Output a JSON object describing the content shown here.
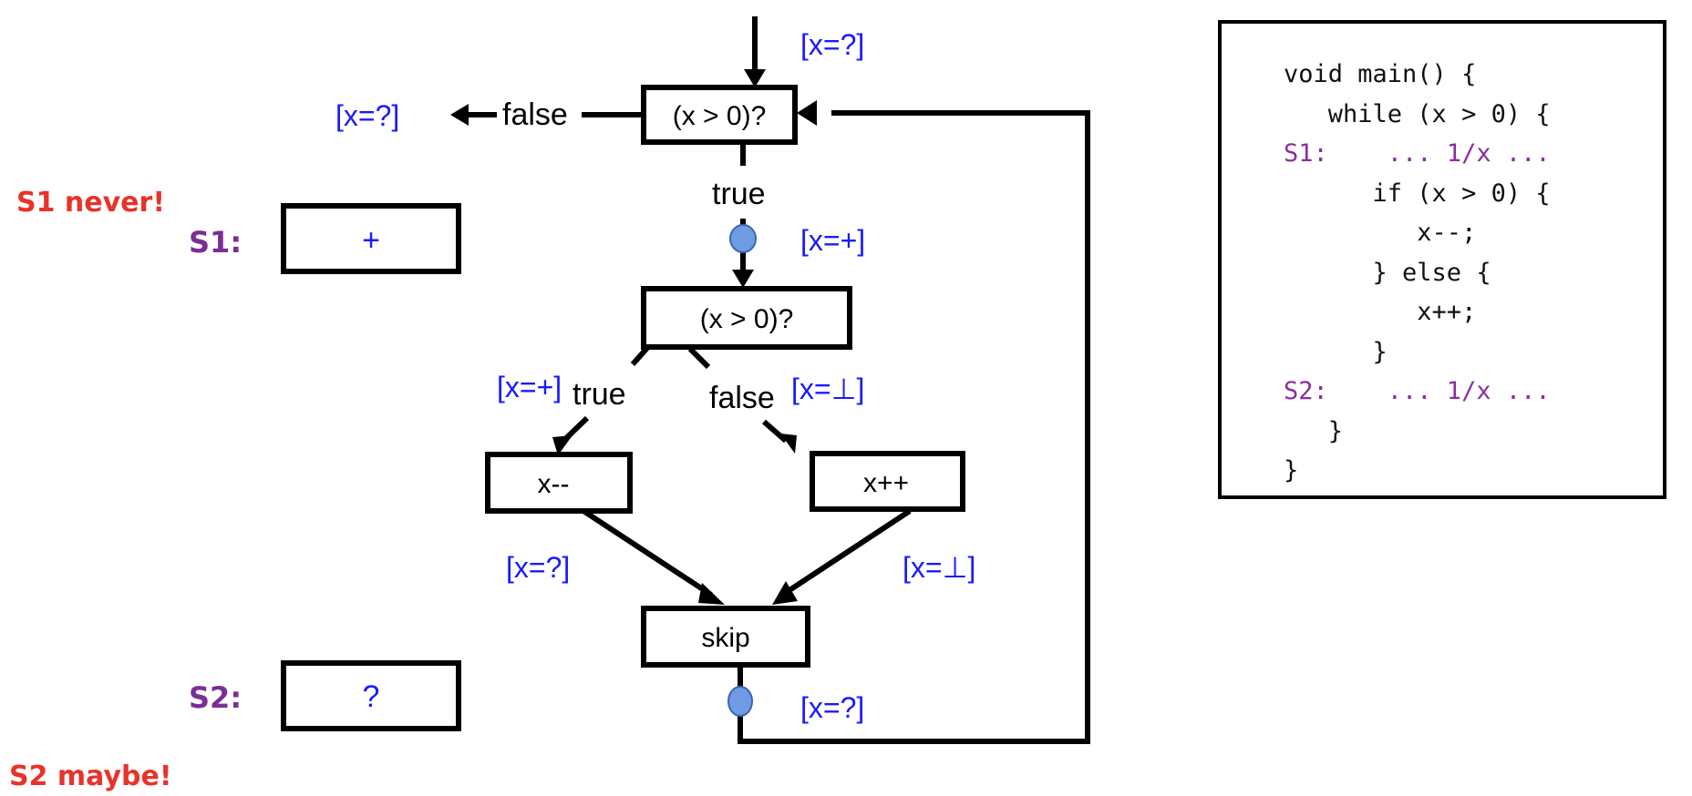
{
  "cfg": {
    "nodes": {
      "loop_cond": "(x > 0)?",
      "if_cond": "(x > 0)?",
      "decrement": "x--",
      "increment": "x++",
      "skip": "skip"
    },
    "edge_labels": {
      "loop_false": "false",
      "loop_true": "true",
      "if_true": "true",
      "if_false": "false"
    },
    "annotations": {
      "entry": "[x=?]",
      "loop_exit": "[x=?]",
      "after_loop_true": "[x=+]",
      "if_true": "[x=+]",
      "if_false": "[x=⊥]",
      "after_decrement": "[x=?]",
      "after_increment": "[x=⊥]",
      "after_skip": "[x=?]"
    }
  },
  "statements": {
    "s1": {
      "label": "S1:",
      "value": "+",
      "verdict": "S1 never!"
    },
    "s2": {
      "label": "S2:",
      "value": "?",
      "verdict": "S2 maybe!"
    }
  },
  "code": {
    "lines": [
      {
        "text": "void main() {",
        "highlight": false
      },
      {
        "text": "   while (x > 0) {",
        "highlight": false
      },
      {
        "text": "S1:    ... 1/x ...",
        "highlight": true
      },
      {
        "text": "      if (x > 0) {",
        "highlight": false
      },
      {
        "text": "         x--;",
        "highlight": false
      },
      {
        "text": "      } else {",
        "highlight": false
      },
      {
        "text": "         x++;",
        "highlight": false
      },
      {
        "text": "      }",
        "highlight": false
      },
      {
        "text": "S2:    ... 1/x ...",
        "highlight": true
      },
      {
        "text": "   }",
        "highlight": false
      },
      {
        "text": "}",
        "highlight": false
      }
    ]
  },
  "colors": {
    "annotation": "#1a1aff",
    "statement_label": "#7a2e96",
    "verdict": "#e8332a",
    "probe": "#6f9be3"
  }
}
